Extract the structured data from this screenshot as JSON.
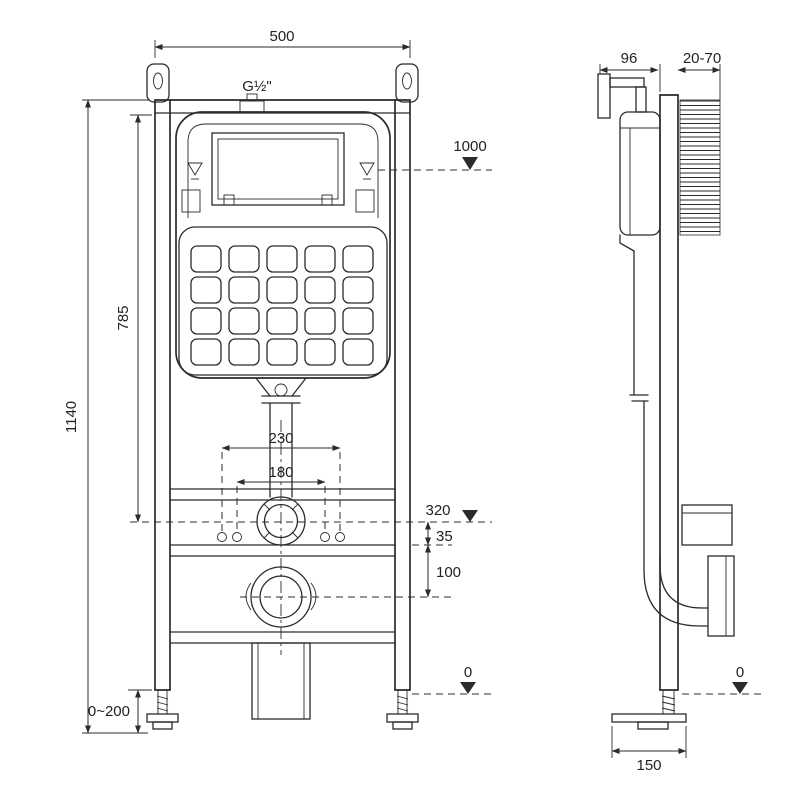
{
  "drawing": {
    "front": {
      "width_top": "500",
      "inlet": "G½\"",
      "level_1000": "1000",
      "height_785": "785",
      "height_1140": "1140",
      "bolt_230": "230",
      "bolt_180": "180",
      "level_320": "320",
      "offset_35": "35",
      "offset_100": "100",
      "level_0": "0",
      "feet_range": "0~200"
    },
    "side": {
      "depth_96": "96",
      "wall_range": "20-70",
      "level_0": "0",
      "base_150": "150"
    }
  }
}
